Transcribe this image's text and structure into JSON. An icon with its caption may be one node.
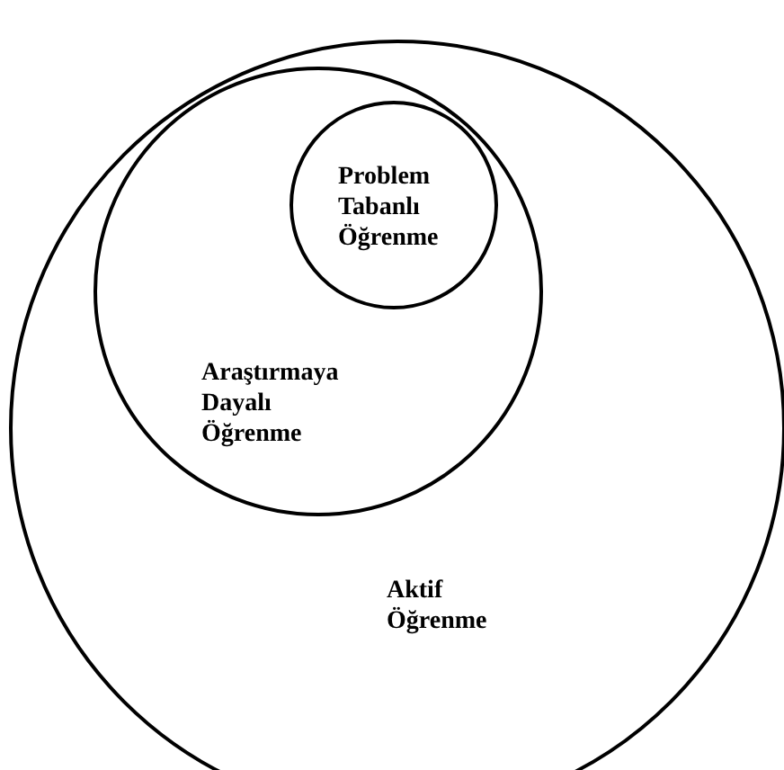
{
  "diagram": {
    "nodes": [
      {
        "text": [
          "Aktif Öğrenme"
        ]
      },
      {
        "text": [
          "Araştırmaya Dayalı Öğrenme"
        ],
        "in": 0
      },
      {
        "text": [
          "Problem Tabanlı Öğrenme"
        ],
        "in": 1
      }
    ]
  }
}
